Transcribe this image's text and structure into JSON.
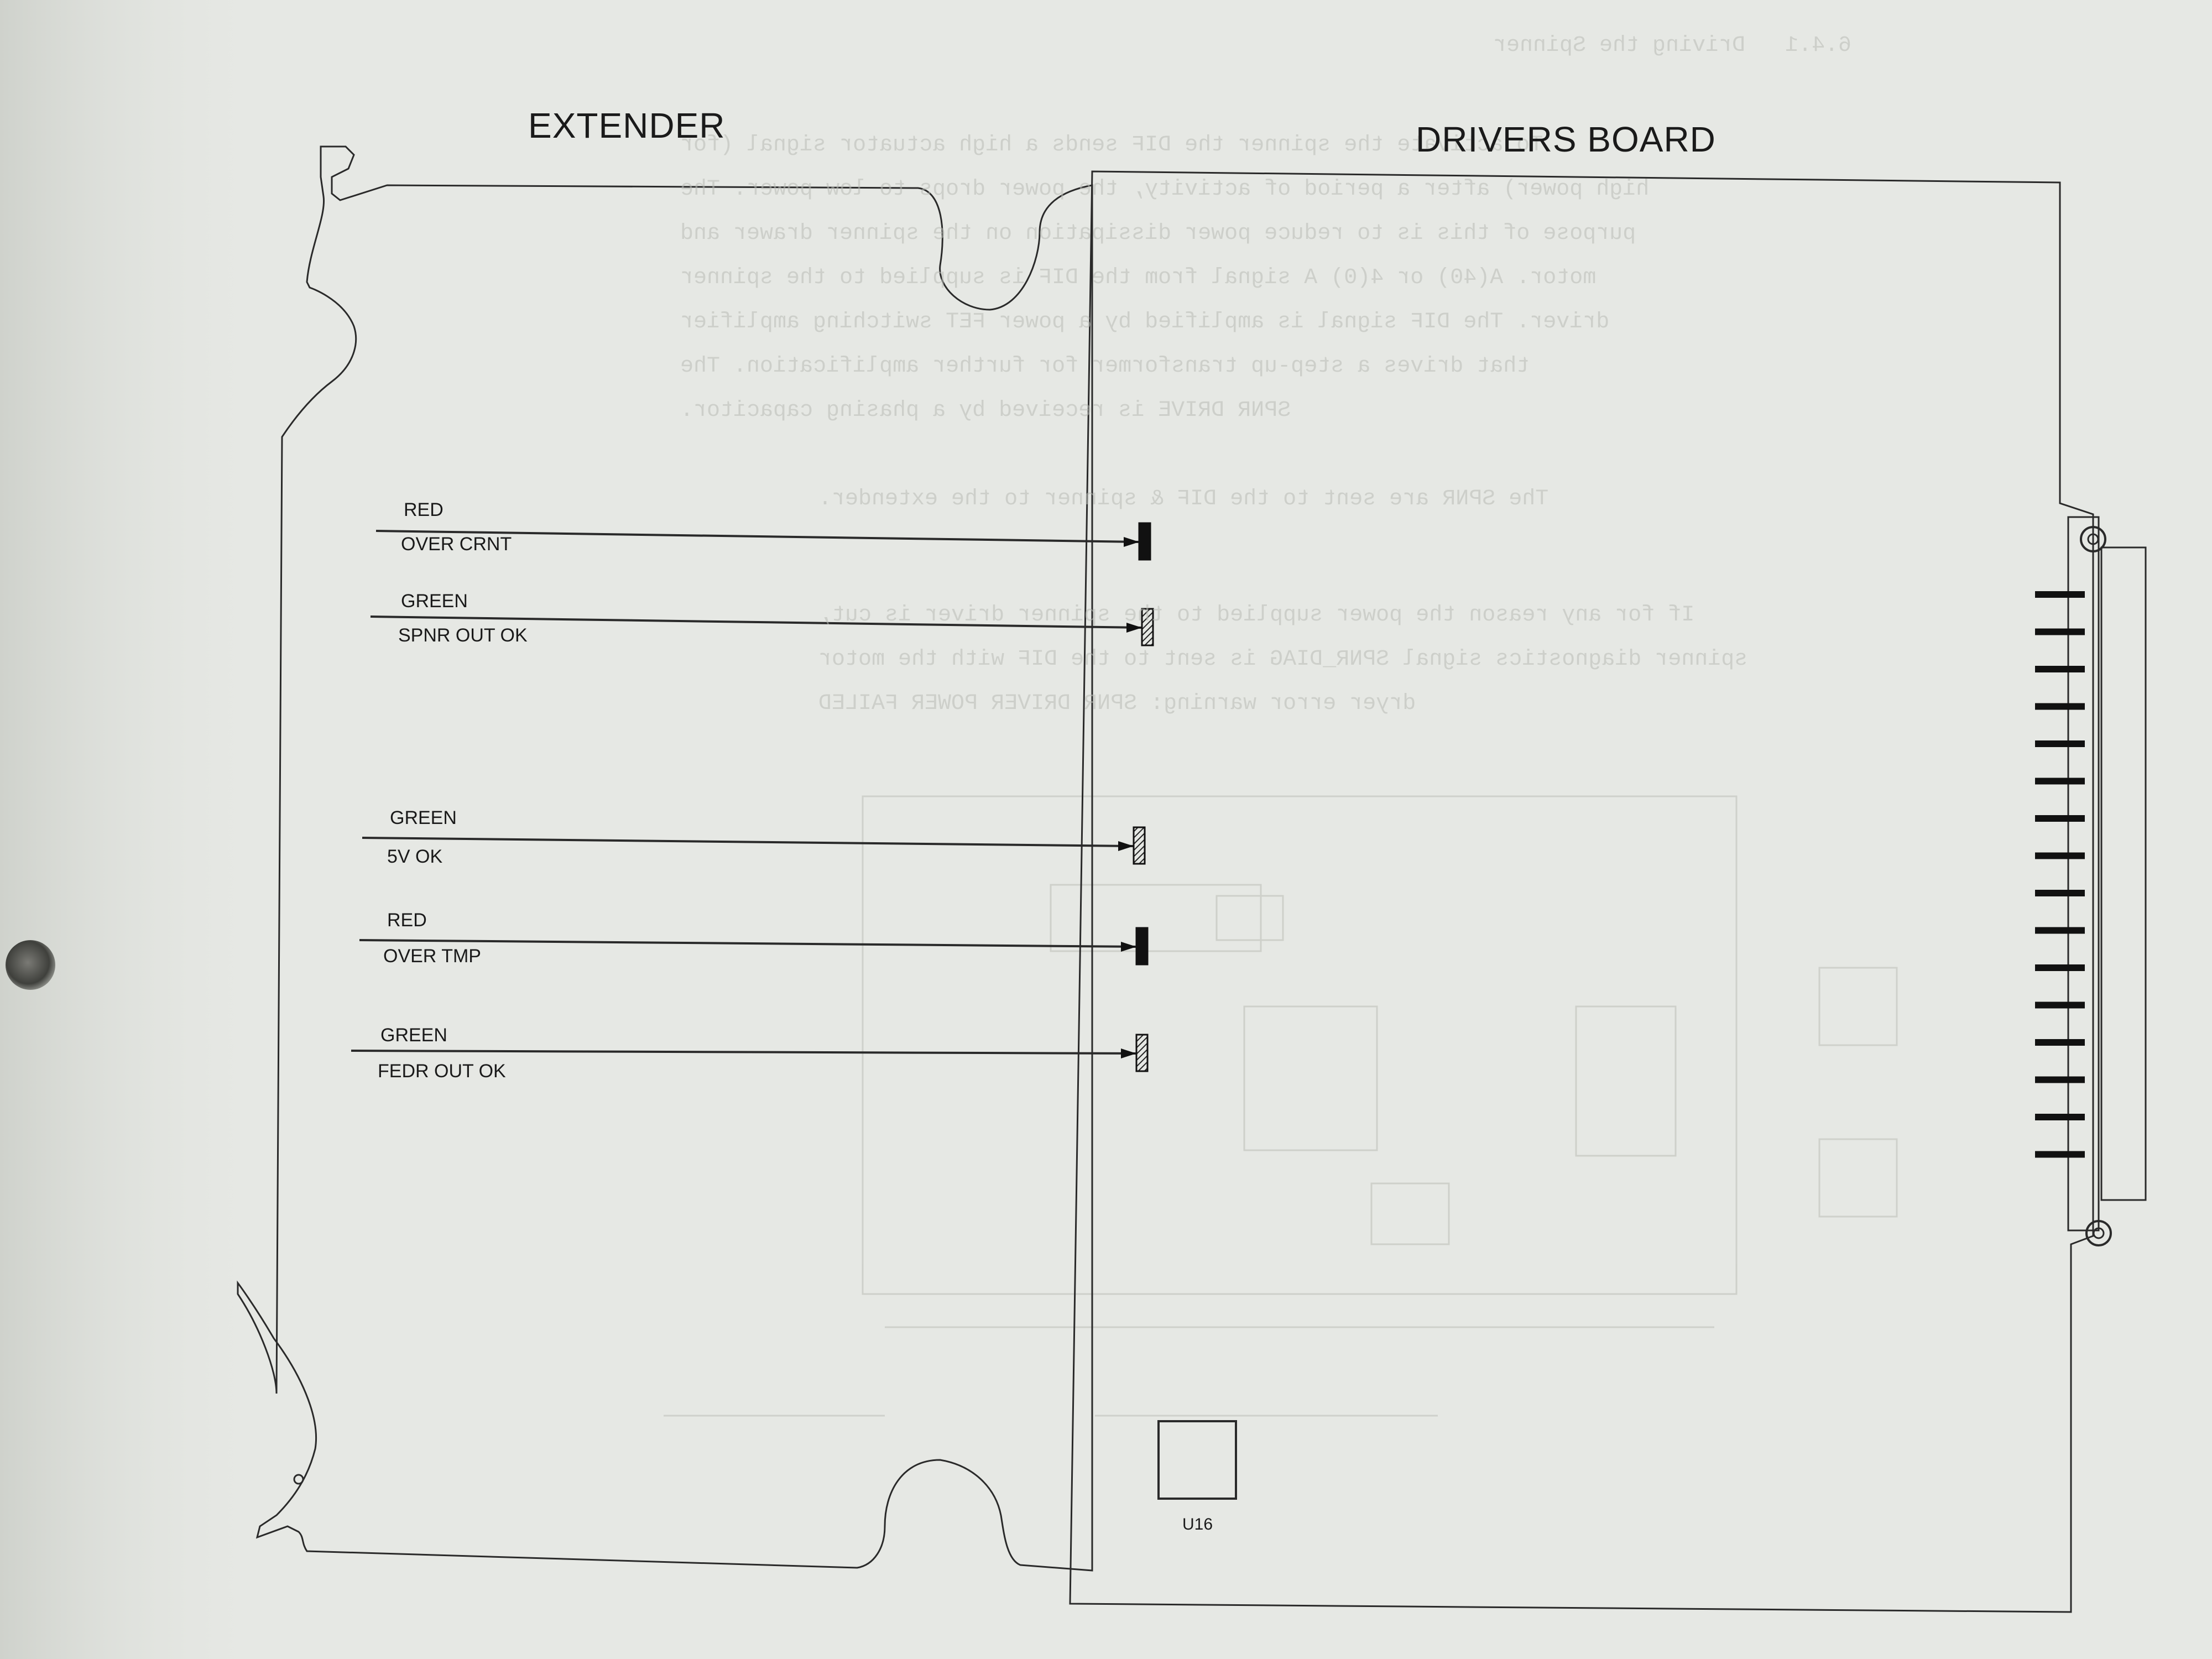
{
  "diagram": {
    "extender_title": "EXTENDER",
    "drivers_board_title": "DRIVERS BOARD",
    "leds": [
      {
        "color": "RED",
        "signal": "OVER CRNT",
        "indicator": "solid"
      },
      {
        "color": "GREEN",
        "signal": "SPNR OUT OK",
        "indicator": "hatched"
      },
      {
        "color": "GREEN",
        "signal": "5V OK",
        "indicator": "hatched"
      },
      {
        "color": "RED",
        "signal": "OVER TMP",
        "indicator": "solid"
      },
      {
        "color": "GREEN",
        "signal": "FEDR OUT OK",
        "indicator": "hatched"
      }
    ],
    "chip_label": "U16"
  },
  "bleed_through": {
    "lines": [
      "6.4.1   Driving the Spinner",
      "To activate the spinner the DIF sends a high actuator signal (for",
      "high power) after a period of activity, the power drops to low power. The",
      "purpose of this is to reduce power dissipation on the spinner drawer and",
      "motor. A(40) or 4(0) A signal from the DIF is supplied to the spinner",
      "driver. The DIF signal is amplified by a power FET switching amplifier",
      "that drives a step-up transformer for further amplification. The",
      "SPNR DRIVE is received by a phasing capacitor.",
      "The SPNR are sent to the DIF & spinner to the extender.",
      "If for any reason the power supplied to the spinner driver is cut,",
      "spinner diagnostics signal SPNR_DIAG is sent to the DIF with the motor",
      "dryer error warning: SPNR DRIVER POWER FAILED"
    ]
  },
  "colors": {
    "paper": "#e6e8e4",
    "ink": "#2a2a2a",
    "bleed": "#b9bcb6"
  }
}
